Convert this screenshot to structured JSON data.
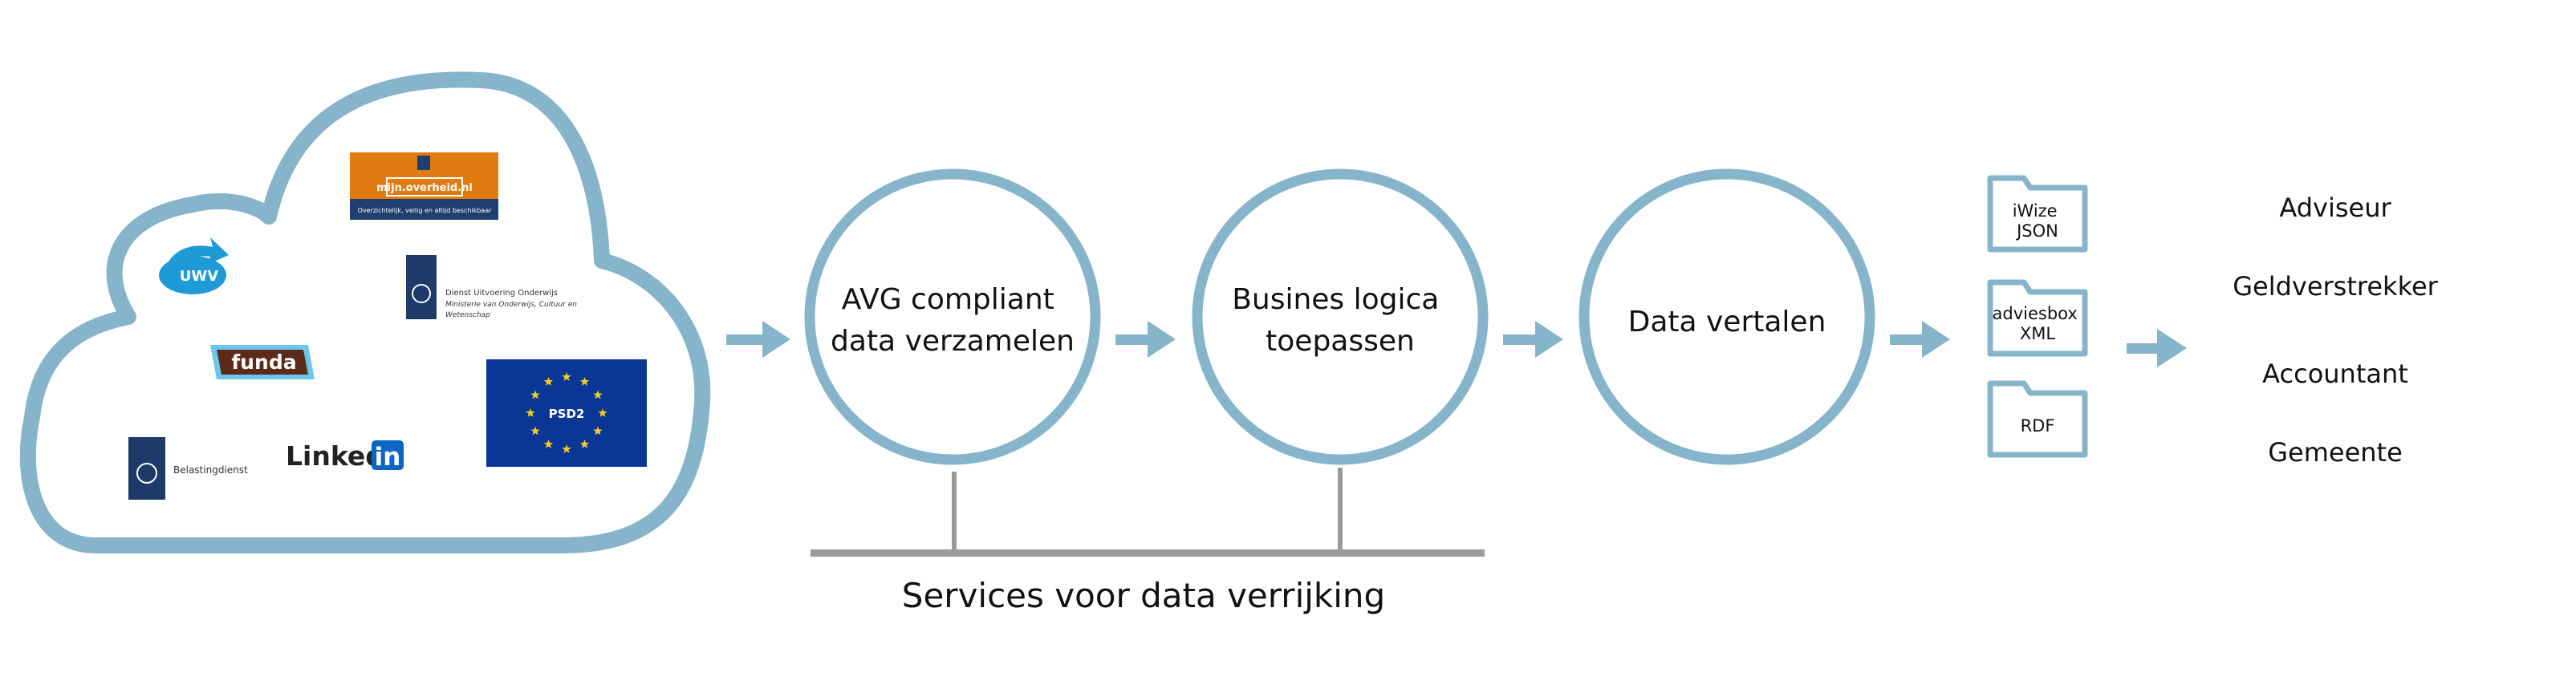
{
  "colors": {
    "accent": "#86b4cb",
    "connector": "#9a9a9a",
    "text": "#111111",
    "mijn_orange": "#e07b10",
    "mijn_navy": "#1f3f6e",
    "duo_blue": "#1d3a68",
    "eu_blue": "#0a3796",
    "eu_star": "#f5cc2a",
    "funda_brown": "#5b2a1a",
    "funda_outline": "#6cc5ea",
    "uwv_blue": "#1e9bd7",
    "linkedin_blue": "#0a66c2"
  },
  "sources": {
    "mijn_overheid": {
      "title": "mijn.overheid.nl",
      "tagline": "Overzichtelijk, veilig en altijd beschikbaar"
    },
    "uwv": {
      "label": "UWV"
    },
    "duo": {
      "line1": "Dienst Uitvoering Onderwijs",
      "line2": "Ministerie van Onderwijs, Cultuur en",
      "line3": "Wetenschap"
    },
    "funda": {
      "label": "funda"
    },
    "psd2": {
      "label": "PSD2"
    },
    "belastingdienst": {
      "label": "Belastingdienst"
    },
    "linkedin": {
      "word": "Linked",
      "badge": "in"
    }
  },
  "steps": [
    {
      "lines": [
        "AVG compliant",
        "data verzamelen"
      ]
    },
    {
      "lines": [
        "Busines logica",
        "toepassen"
      ]
    },
    {
      "lines": [
        "Data vertalen"
      ]
    }
  ],
  "services_label": "Services voor data verrijking",
  "formats": [
    {
      "lines": [
        "iWize",
        "JSON"
      ]
    },
    {
      "lines": [
        "adviesbox",
        "XML"
      ]
    },
    {
      "lines": [
        "RDF"
      ]
    }
  ],
  "recipients": [
    "Adviseur",
    "Geldverstrekker",
    "Accountant",
    "Gemeente"
  ]
}
